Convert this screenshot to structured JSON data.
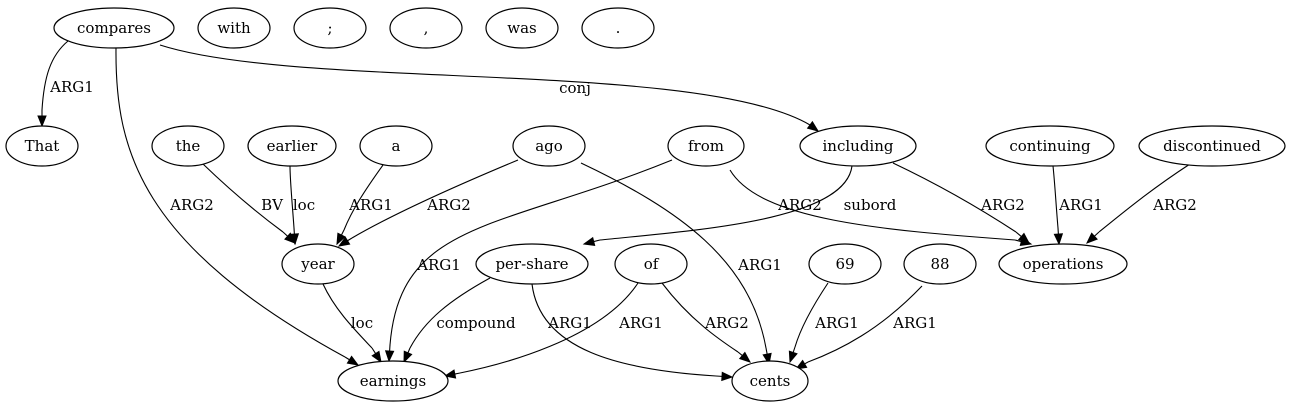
{
  "nodes": [
    {
      "id": "compares",
      "label": "compares"
    },
    {
      "id": "with",
      "label": "with"
    },
    {
      "id": "semicolon",
      "label": ";"
    },
    {
      "id": "comma",
      "label": ","
    },
    {
      "id": "was",
      "label": "was"
    },
    {
      "id": "period",
      "label": "."
    },
    {
      "id": "that",
      "label": "That"
    },
    {
      "id": "the",
      "label": "the"
    },
    {
      "id": "earlier",
      "label": "earlier"
    },
    {
      "id": "a",
      "label": "a"
    },
    {
      "id": "ago",
      "label": "ago"
    },
    {
      "id": "from",
      "label": "from"
    },
    {
      "id": "including",
      "label": "including"
    },
    {
      "id": "continuing",
      "label": "continuing"
    },
    {
      "id": "discontinued",
      "label": "discontinued"
    },
    {
      "id": "year",
      "label": "year"
    },
    {
      "id": "pershare",
      "label": "per-share"
    },
    {
      "id": "of",
      "label": "of"
    },
    {
      "id": "n69",
      "label": "69"
    },
    {
      "id": "n88",
      "label": "88"
    },
    {
      "id": "operations",
      "label": "operations"
    },
    {
      "id": "earnings",
      "label": "earnings"
    },
    {
      "id": "cents",
      "label": "cents"
    }
  ],
  "edges": [
    {
      "from": "compares",
      "to": "that",
      "label": "ARG1"
    },
    {
      "from": "compares",
      "to": "including",
      "label": "conj"
    },
    {
      "from": "compares",
      "to": "earnings",
      "label": "ARG2"
    },
    {
      "from": "the",
      "to": "year",
      "label": "BV"
    },
    {
      "from": "earlier",
      "to": "year",
      "label": "loc"
    },
    {
      "from": "a",
      "to": "year",
      "label": "ARG1"
    },
    {
      "from": "ago",
      "to": "year",
      "label": "ARG2"
    },
    {
      "from": "ago",
      "to": "cents",
      "label": "ARG1"
    },
    {
      "from": "from",
      "to": "earnings",
      "label": "ARG1"
    },
    {
      "from": "from",
      "to": "operations",
      "label": "ARG2"
    },
    {
      "from": "including",
      "to": "pershare",
      "label": "subord"
    },
    {
      "from": "including",
      "to": "operations",
      "label": "ARG2"
    },
    {
      "from": "continuing",
      "to": "operations",
      "label": "ARG1"
    },
    {
      "from": "discontinued",
      "to": "operations",
      "label": "ARG2"
    },
    {
      "from": "year",
      "to": "earnings",
      "label": "loc"
    },
    {
      "from": "pershare",
      "to": "earnings",
      "label": "compound"
    },
    {
      "from": "pershare",
      "to": "cents",
      "label": "ARG1"
    },
    {
      "from": "of",
      "to": "earnings",
      "label": "ARG1"
    },
    {
      "from": "of",
      "to": "cents",
      "label": "ARG2"
    },
    {
      "from": "n69",
      "to": "cents",
      "label": "ARG1"
    },
    {
      "from": "n88",
      "to": "cents",
      "label": "ARG1"
    }
  ]
}
